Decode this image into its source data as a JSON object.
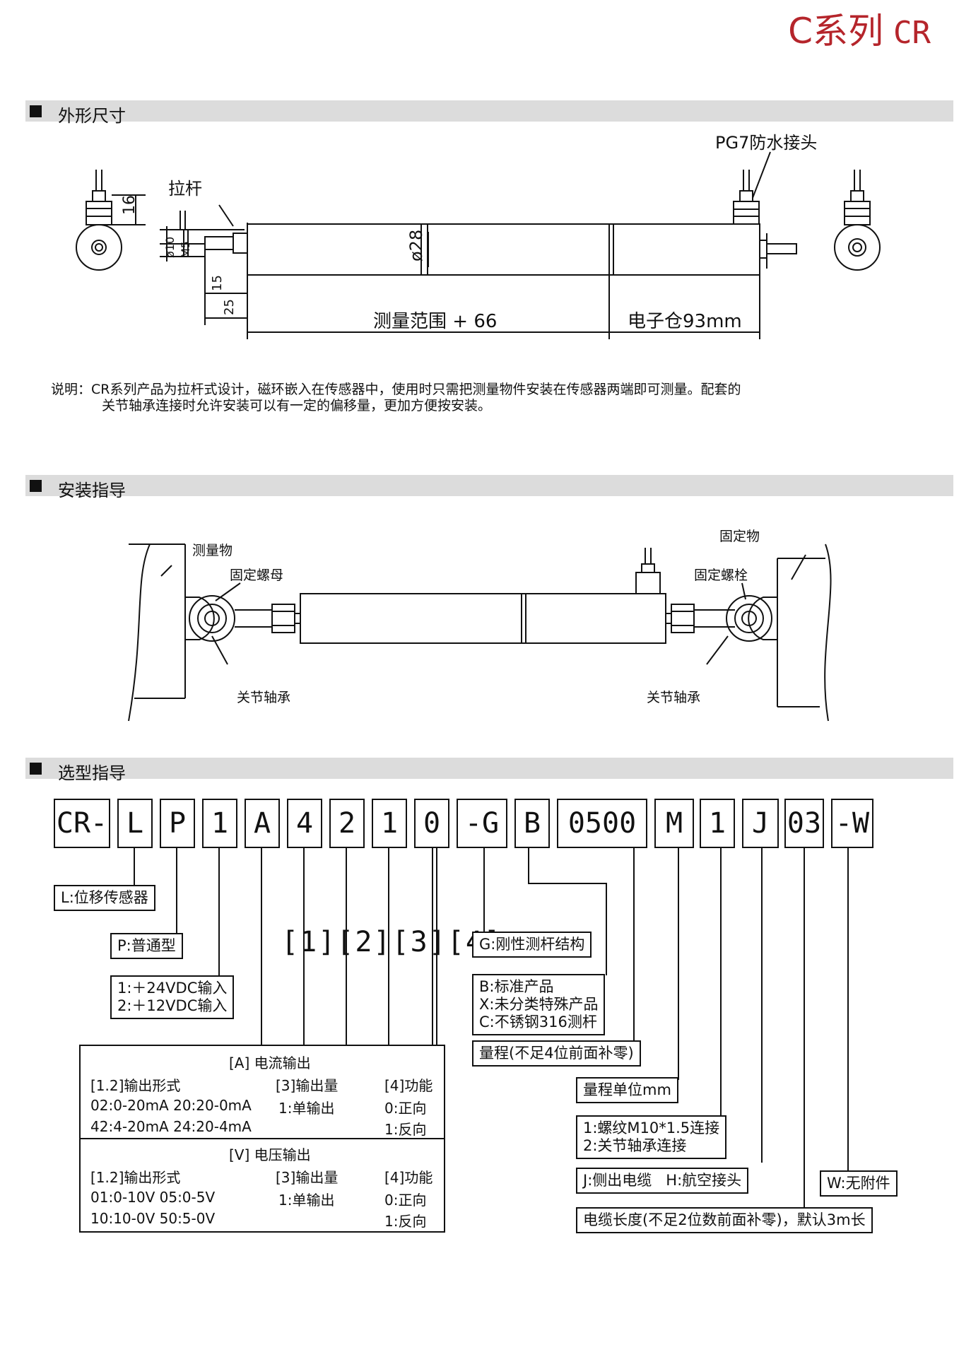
{
  "header": {
    "series_title": "C系列",
    "series_code": "CR"
  },
  "sections": {
    "dimensions": "外形尺寸",
    "installation": "安装指导",
    "selection": "选型指导"
  },
  "dimension_drawing": {
    "pull_rod_label": "拉杆",
    "pg7_label": "PG7防水接头",
    "dia10": "ø10",
    "m5": "M5",
    "dim16": "16",
    "dia28": "ø28",
    "dim15": "15",
    "dim25": "25",
    "range_label": "测量范围 + 66",
    "electronics_label": "电子仓93mm"
  },
  "note": {
    "line1": "说明：CR系列产品为拉杆式设计，磁环嵌入在传感器中，使用时只需把测量物件安装在传感器两端即可测量。配套的",
    "line2": "关节轴承连接时允许安装可以有一定的偏移量，更加方便按安装。"
  },
  "installation_drawing": {
    "measured_object": "测量物",
    "fixed_nut": "固定螺母",
    "joint_bearing_left": "关节轴承",
    "fixed_object": "固定物",
    "fixed_bolt": "固定螺栓",
    "joint_bearing_right": "关节轴承"
  },
  "model_code": [
    "CR-",
    "L",
    "P",
    "1",
    "A",
    "4",
    "2",
    "1",
    "0",
    "-G",
    "B",
    "0500",
    "M",
    "1",
    "J",
    "03",
    "-W"
  ],
  "selection": {
    "l_label": "L:位移传感器",
    "p_label": "P:普通型",
    "brackets": "[1][2][3][4]",
    "power_1": "1:＋24VDC输入",
    "power_2": "2:＋12VDC输入",
    "g_label": "G:刚性测杆结构",
    "b_1": "B:标准产品",
    "b_2": "X:未分类特殊产品",
    "b_3": "C:不锈钢316测杆",
    "range_label": "量程(不足4位前面补零)",
    "unit_label": "量程单位mm",
    "conn_1": "1:螺纹M10*1.5连接",
    "conn_2": "2:关节轴承连接",
    "cable_type": "J:侧出电缆   H:航空接头",
    "w_label": "W:无附件",
    "cable_len": "电缆长度(不足2位数前面补零)，默认3m长"
  },
  "output_table": {
    "current": {
      "title": "[A]  电流输出",
      "h1": "[1.2]输出形式",
      "h2": "[3]输出量",
      "h3": "[4]功能",
      "r1c1": "02:0-20mA 20:20-0mA",
      "r1c2": "1:单输出",
      "r1c3": "0:正向",
      "r2c1": "42:4-20mA 24:20-4mA",
      "r2c3": "1:反向"
    },
    "voltage": {
      "title": "[V]  电压输出",
      "h1": "[1.2]输出形式",
      "h2": "[3]输出量",
      "h3": "[4]功能",
      "r1c1": "01:0-10V 05:0-5V",
      "r1c2": "1:单输出",
      "r1c3": "0:正向",
      "r2c1": "10:10-0V 50:5-0V",
      "r2c3": "1:反向"
    }
  }
}
